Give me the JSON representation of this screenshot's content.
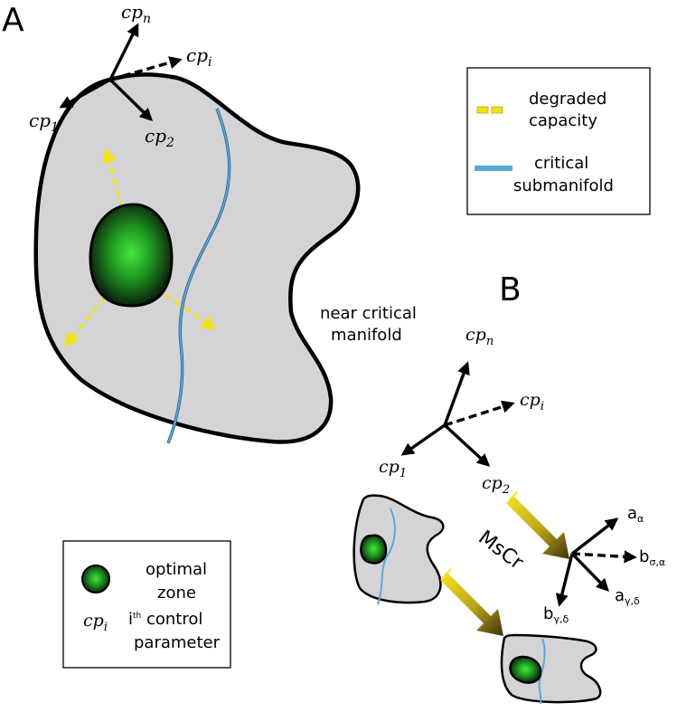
{
  "panels": {
    "a": "A",
    "b": "B"
  },
  "axes_large": {
    "n": {
      "base": "cp",
      "sub": "n"
    },
    "i": {
      "base": "cp",
      "sub": "i"
    },
    "one": {
      "base": "cp",
      "sub": "1"
    },
    "two": {
      "base": "cp",
      "sub": "2"
    }
  },
  "axes_small": {
    "n": {
      "base": "cp",
      "sub": "n"
    },
    "i": {
      "base": "cp",
      "sub": "i"
    },
    "one": {
      "base": "cp",
      "sub": "1"
    },
    "two": {
      "base": "cp",
      "sub": "2"
    }
  },
  "axes_greek": {
    "alpha": {
      "base": "a",
      "sub": "α"
    },
    "b_sigma": {
      "base": "b",
      "sub": "σ,α"
    },
    "b_gamma": {
      "base": "b",
      "sub": "γ,δ"
    },
    "alpha_gamma": {
      "base": "a",
      "sub": "γ,δ"
    }
  },
  "manifold_label": {
    "line1": "near critical",
    "line2": "manifold"
  },
  "transition_label": "MsCr",
  "legend_top": {
    "degraded_line1": "degraded",
    "degraded_line2": "capacity",
    "critical_line1": "critical",
    "critical_line2": "submanifold"
  },
  "legend_bottom": {
    "optimal_line1": "optimal",
    "optimal_line2": "zone",
    "cp_symbol": {
      "base": "cp",
      "sub": "i"
    },
    "control_line1_pre": "i",
    "control_line1_sup": "th",
    "control_line1_post": " control",
    "control_line2": "parameter"
  },
  "colors": {
    "manifold_fill": "#d4d4d6",
    "critical_line": "#5aa8d8",
    "degraded_arrow": "#f2e21a",
    "optimal_center": "#3ed83a",
    "optimal_edge": "#0c1a0c",
    "transition_arrow_top": "#f3e01c",
    "transition_arrow_bottom": "#4e3d10"
  }
}
